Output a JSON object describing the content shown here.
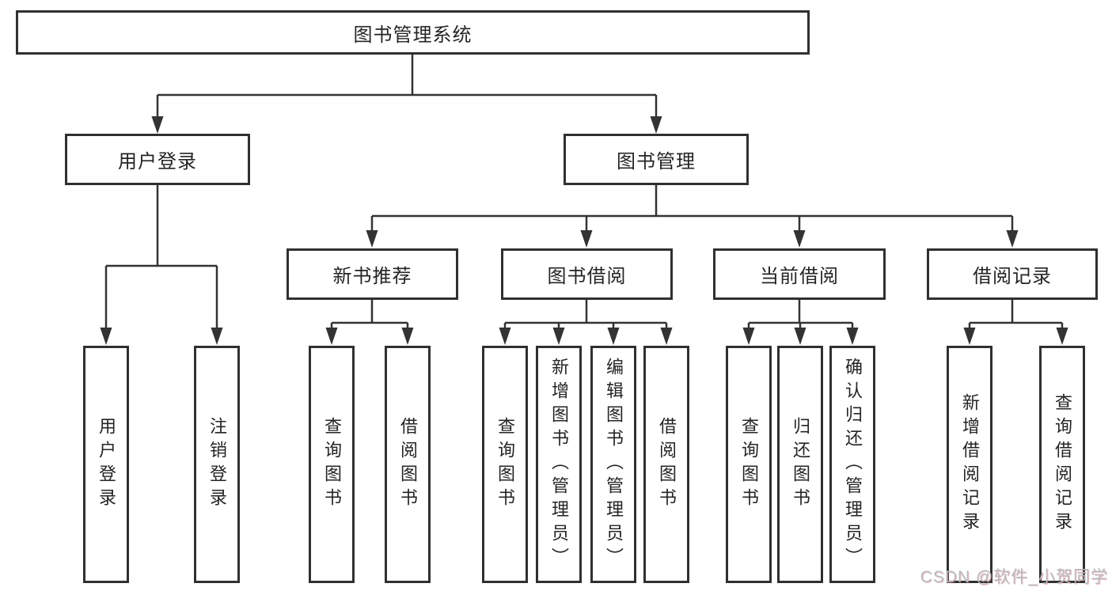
{
  "diagram": {
    "tree": {
      "label": "图书管理系统",
      "children": [
        {
          "label": "用户登录",
          "children": [
            {
              "label": "用户登录"
            },
            {
              "label": "注销登录"
            }
          ]
        },
        {
          "label": "图书管理",
          "children": [
            {
              "label": "新书推荐",
              "children": [
                {
                  "label": "查询图书"
                },
                {
                  "label": "借阅图书"
                }
              ]
            },
            {
              "label": "图书借阅",
              "children": [
                {
                  "label": "查询图书"
                },
                {
                  "label": "新增图书（管理员）"
                },
                {
                  "label": "编辑图书（管理员）"
                },
                {
                  "label": "借阅图书"
                }
              ]
            },
            {
              "label": "当前借阅",
              "children": [
                {
                  "label": "查询图书"
                },
                {
                  "label": "归还图书"
                },
                {
                  "label": "确认归还（管理员）"
                }
              ]
            },
            {
              "label": "借阅记录",
              "children": [
                {
                  "label": "新增借阅记录"
                },
                {
                  "label": "查询借阅记录"
                }
              ]
            }
          ]
        }
      ]
    },
    "watermark": "CSDN @软件_小贺同学",
    "colors": {
      "line": "#333333",
      "box_border": "#303030",
      "text": "#242424",
      "watermark": "#b7bbc0",
      "background": "#ffffff"
    }
  }
}
